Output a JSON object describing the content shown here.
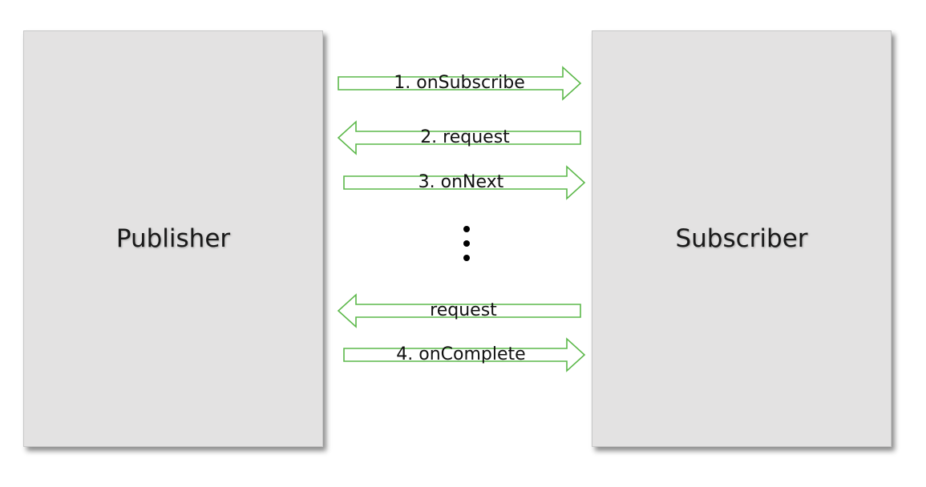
{
  "nodes": {
    "publisher": "Publisher",
    "subscriber": "Subscriber"
  },
  "messages": [
    {
      "label": "1. onSubscribe",
      "direction": "right"
    },
    {
      "label": "2. request",
      "direction": "left"
    },
    {
      "label": "3. onNext",
      "direction": "right"
    },
    {
      "label": "request",
      "direction": "left"
    },
    {
      "label": "4. onComplete",
      "direction": "right"
    }
  ],
  "colors": {
    "arrow_stroke": "#5cb84a",
    "box_fill": "#e3e2e2",
    "text": "#111111"
  }
}
